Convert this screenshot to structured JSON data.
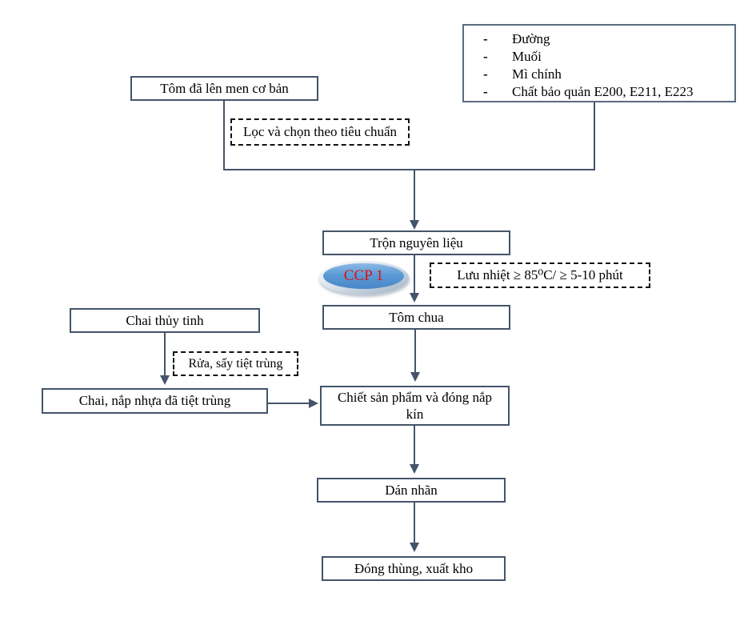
{
  "flowchart": {
    "ingredients_box": {
      "bullet": "-",
      "items": [
        "Đường",
        "Muối",
        "Mì chính",
        "Chất bảo quản E200, E211, E223"
      ]
    },
    "nodes": {
      "fermented_shrimp": "Tôm đã lên men cơ bản",
      "filter_select": "Lọc và chọn theo tiêu chuẩn",
      "mix_ingredients": "Trộn nguyên liệu",
      "ccp1": "CCP 1",
      "heat_note": "Lưu nhiệt ≥ 85⁰C/ ≥ 5-10 phút",
      "shrimp_product": "Tôm chua",
      "glass_bottle": "Chai thủy tinh",
      "wash_sterilize": "Rửa, sấy tiệt trùng",
      "sterilized_bottle_cap": "Chai, nắp nhựa đã tiệt trùng",
      "fill_and_seal": "Chiết sản phẩm và đóng nắp kín",
      "labeling": "Dán nhãn",
      "pack_ship": "Đóng thùng, xuất kho"
    },
    "colors": {
      "box_border": "#44546a",
      "connector": "#44546a",
      "dashed_border": "#111111",
      "ccp_fill": "#5b9bd5",
      "ccp_text_red": "#e01010",
      "text": "#000000",
      "background": "#ffffff"
    }
  }
}
